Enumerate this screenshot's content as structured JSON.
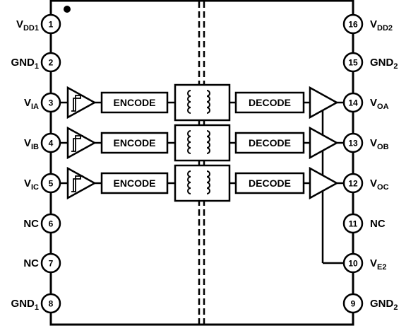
{
  "left_pins": [
    {
      "number": "1",
      "label": "V",
      "sub": "DD1"
    },
    {
      "number": "2",
      "label": "GND",
      "sub": "1"
    },
    {
      "number": "3",
      "label": "V",
      "sub": "IA"
    },
    {
      "number": "4",
      "label": "V",
      "sub": "IB"
    },
    {
      "number": "5",
      "label": "V",
      "sub": "IC"
    },
    {
      "number": "6",
      "label": "NC",
      "sub": ""
    },
    {
      "number": "7",
      "label": "NC",
      "sub": ""
    },
    {
      "number": "8",
      "label": "GND",
      "sub": "1"
    }
  ],
  "right_pins": [
    {
      "number": "16",
      "label": "V",
      "sub": "DD2"
    },
    {
      "number": "15",
      "label": "GND",
      "sub": "2"
    },
    {
      "number": "14",
      "label": "V",
      "sub": "OA"
    },
    {
      "number": "13",
      "label": "V",
      "sub": "OB"
    },
    {
      "number": "12",
      "label": "V",
      "sub": "OC"
    },
    {
      "number": "11",
      "label": "NC",
      "sub": ""
    },
    {
      "number": "10",
      "label": "V",
      "sub": "E2"
    },
    {
      "number": "9",
      "label": "GND",
      "sub": "2"
    }
  ],
  "channels": [
    {
      "encode_label": "ENCODE",
      "decode_label": "DECODE"
    },
    {
      "encode_label": "ENCODE",
      "decode_label": "DECODE"
    },
    {
      "encode_label": "ENCODE",
      "decode_label": "DECODE"
    }
  ]
}
